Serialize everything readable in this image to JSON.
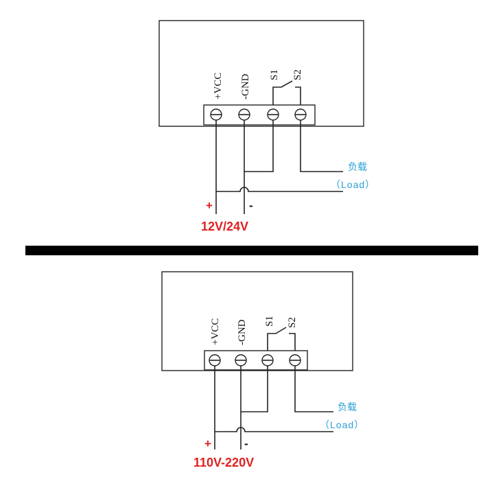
{
  "colors": {
    "positive": "#e02020",
    "negative": "#111111",
    "voltage": "#e02020",
    "load": "#2aa0d8",
    "line": "#222222",
    "separator": "#000000"
  },
  "terminals": [
    "+VCC",
    "-GND",
    "S1",
    "S2"
  ],
  "panel_top": {
    "plus_label": "+",
    "minus_label": "-",
    "voltage_label": "12V/24V",
    "load_cn": "负载",
    "load_en": "（Load）"
  },
  "panel_bottom": {
    "plus_label": "+",
    "minus_label": "-",
    "voltage_label": "110V-220V",
    "load_cn": "负载",
    "load_en": "（Load）"
  }
}
